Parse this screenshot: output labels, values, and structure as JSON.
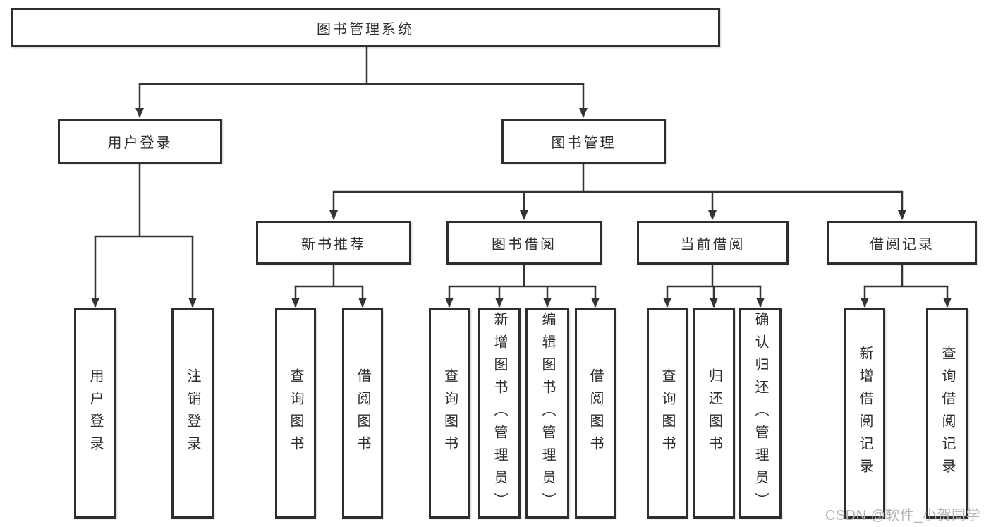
{
  "diagram": {
    "root": {
      "label": "图书管理系统"
    },
    "level2": [
      {
        "label": "用户登录"
      },
      {
        "label": "图书管理"
      }
    ],
    "level3": [
      {
        "label": "新书推荐"
      },
      {
        "label": "图书借阅"
      },
      {
        "label": "当前借阅"
      },
      {
        "label": "借阅记录"
      }
    ],
    "leaves": [
      {
        "parent": "用户登录",
        "label": "用户登录"
      },
      {
        "parent": "用户登录",
        "label": "注销登录"
      },
      {
        "parent": "新书推荐",
        "label": "查询图书"
      },
      {
        "parent": "新书推荐",
        "label": "借阅图书"
      },
      {
        "parent": "图书借阅",
        "label": "查询图书"
      },
      {
        "parent": "图书借阅",
        "label": "新增图书（管理员）"
      },
      {
        "parent": "图书借阅",
        "label": "编辑图书（管理员）"
      },
      {
        "parent": "图书借阅",
        "label": "借阅图书"
      },
      {
        "parent": "当前借阅",
        "label": "查询图书"
      },
      {
        "parent": "当前借阅",
        "label": "归还图书"
      },
      {
        "parent": "当前借阅",
        "label": "确认归还（管理员）"
      },
      {
        "parent": "借阅记录",
        "label": "新增借阅记录"
      },
      {
        "parent": "借阅记录",
        "label": "查询借阅记录"
      }
    ]
  },
  "watermark": {
    "text": "CSDN @软件_小贺同学"
  },
  "colors": {
    "line": "#333333",
    "border": "#2e2e2e",
    "text": "#2e2e2e",
    "watermark": "#b5b5b5",
    "background": "#ffffff"
  }
}
